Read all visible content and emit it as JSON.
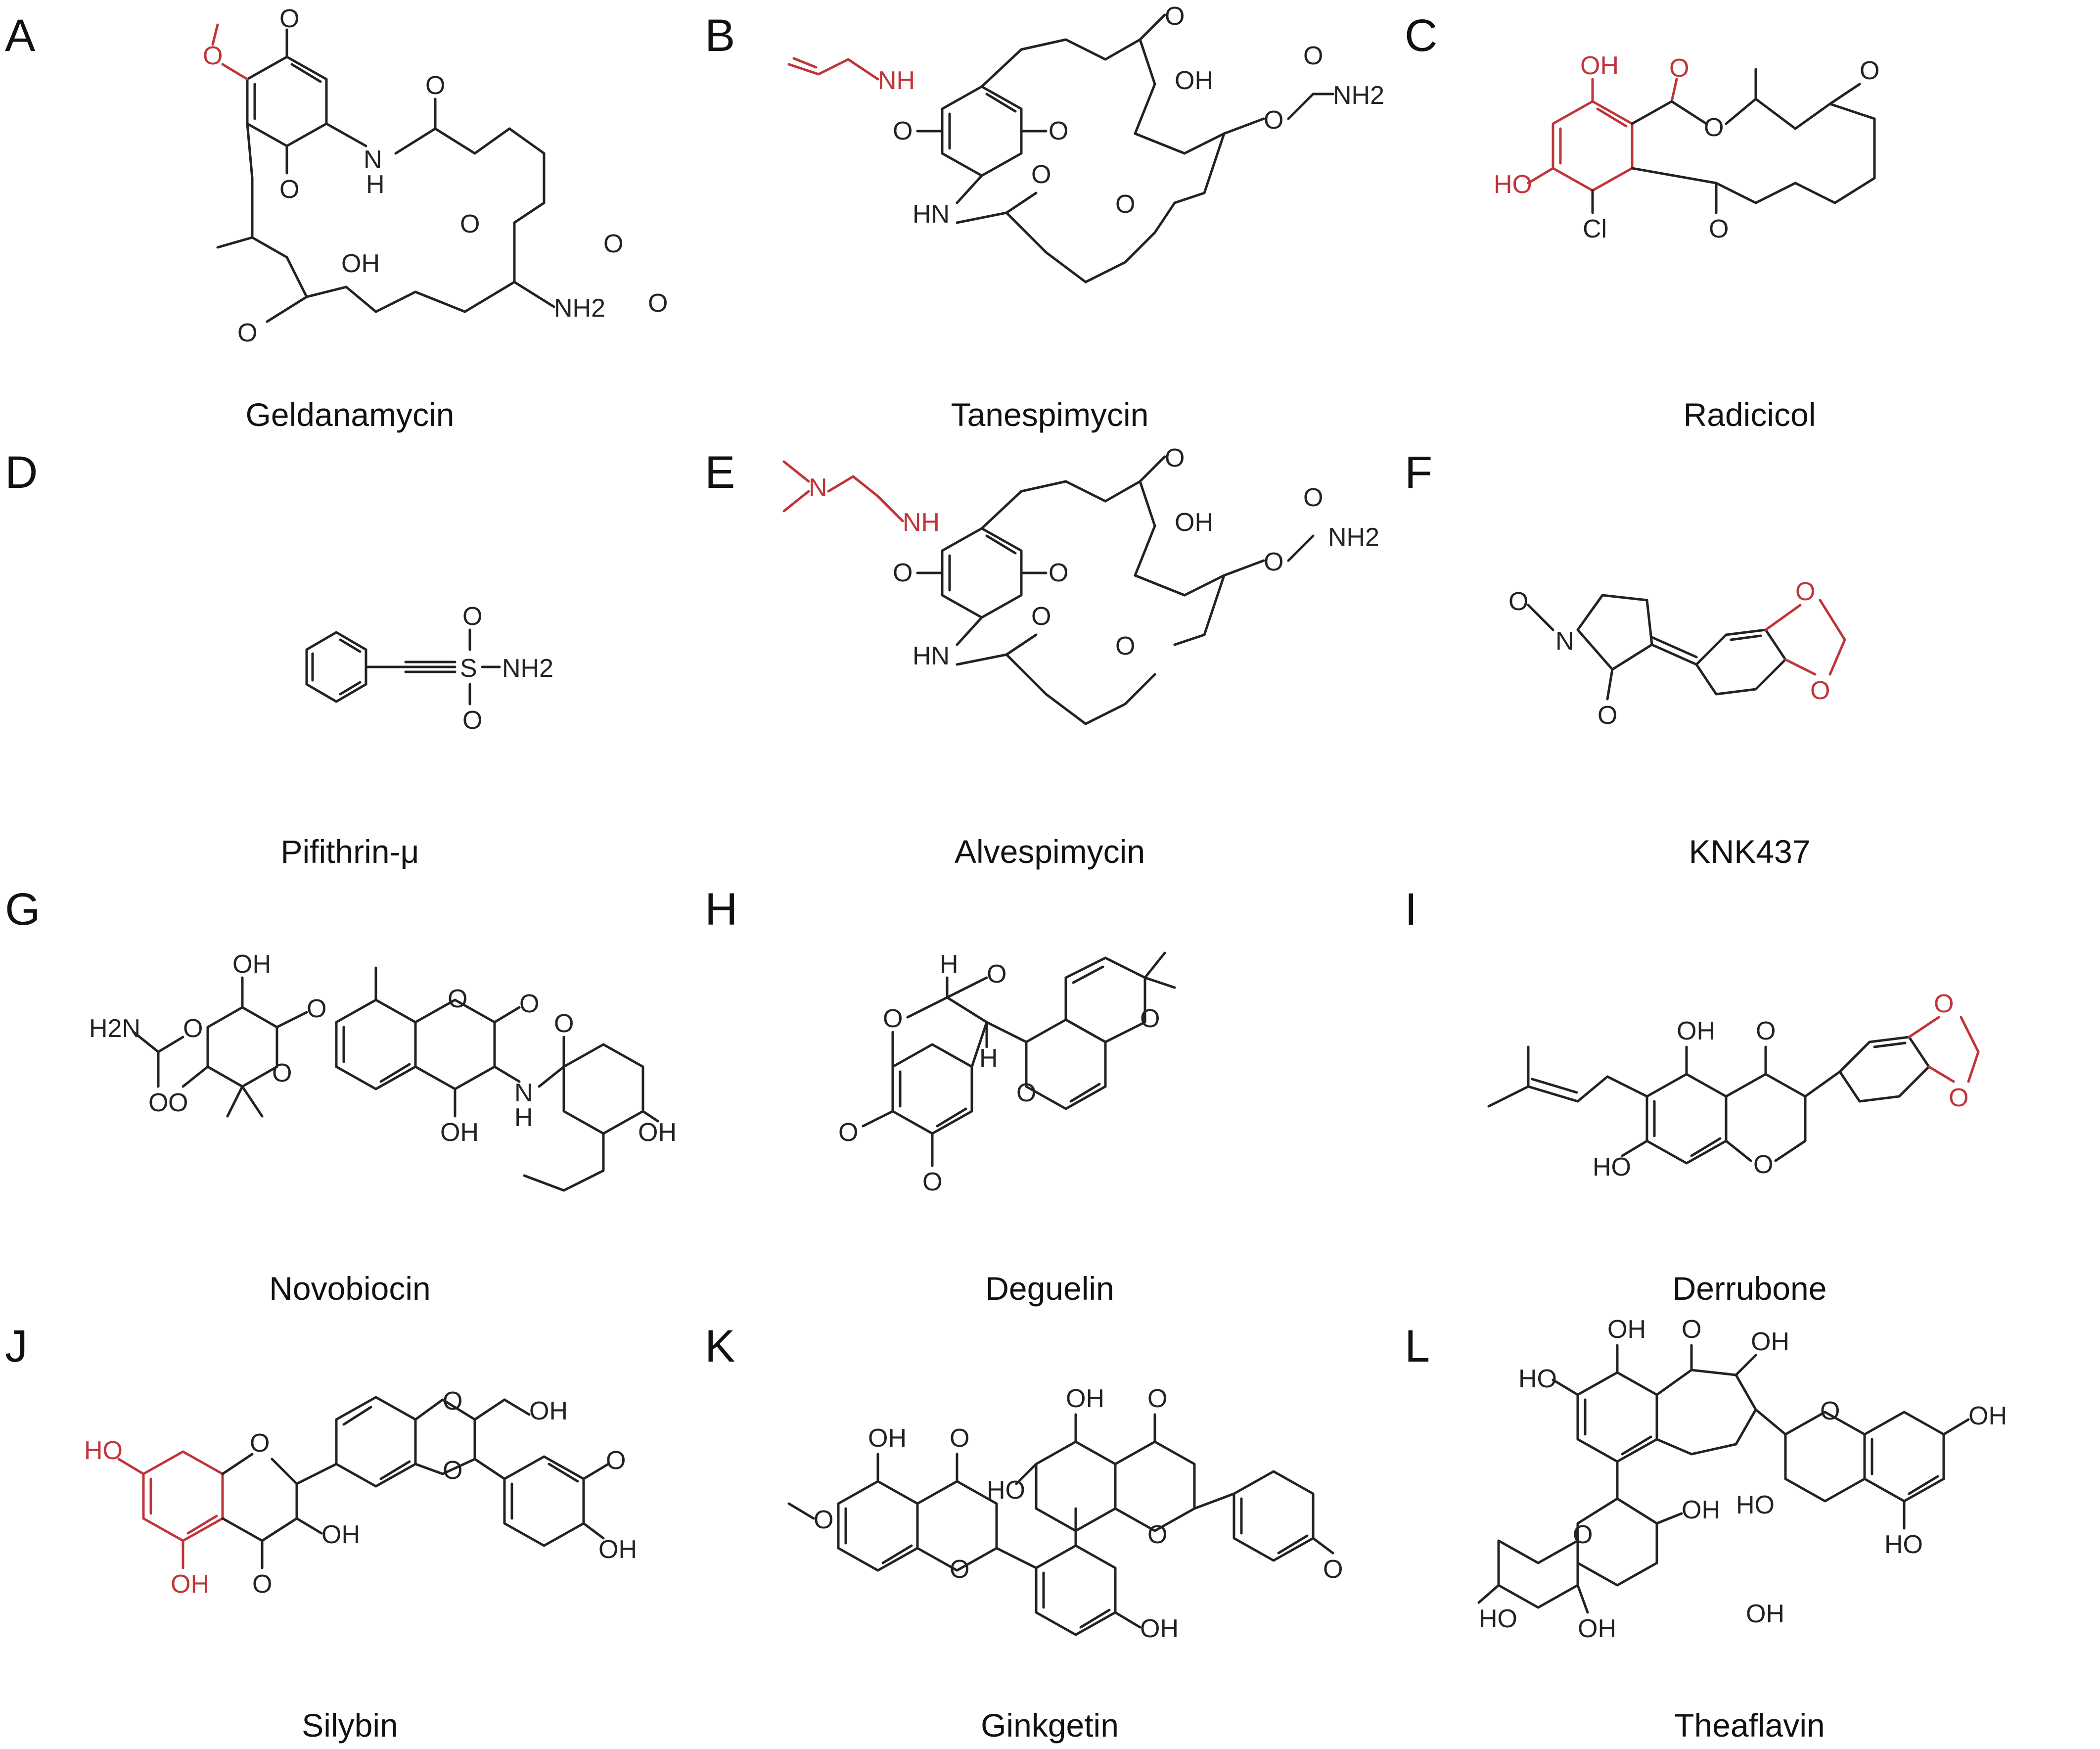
{
  "colors": {
    "bond": "#222222",
    "highlight": "#c0343a"
  },
  "panels": [
    {
      "letter": "A",
      "name": "Geldanamycin",
      "labels": [
        "O",
        "O",
        "O",
        "N",
        "H",
        "O",
        "O",
        "OH",
        "O",
        "NH2",
        "O",
        "O"
      ]
    },
    {
      "letter": "B",
      "name": "Tanespimycin",
      "labels": [
        "NH",
        "O",
        "O",
        "HN",
        "O",
        "OH",
        "O",
        "O",
        "NH2",
        "O",
        "O"
      ]
    },
    {
      "letter": "C",
      "name": "Radicicol",
      "labels": [
        "OH",
        "O",
        "HO",
        "Cl",
        "O",
        "O",
        "O"
      ]
    },
    {
      "letter": "D",
      "name": "Pifithrin-μ",
      "labels": [
        "S",
        "O",
        "O",
        "NH2"
      ]
    },
    {
      "letter": "E",
      "name": "Alvespimycin",
      "labels": [
        "N",
        "NH",
        "O",
        "O",
        "HN",
        "O",
        "OH",
        "O",
        "O",
        "NH2",
        "O",
        "O"
      ]
    },
    {
      "letter": "F",
      "name": "KNK437",
      "labels": [
        "O",
        "N",
        "O",
        "O",
        "O"
      ]
    },
    {
      "letter": "G",
      "name": "Novobiocin",
      "labels": [
        "H2N",
        "O",
        "O",
        "O",
        "OH",
        "O",
        "O",
        "O",
        "O",
        "OH",
        "N",
        "H",
        "O",
        "OH"
      ]
    },
    {
      "letter": "H",
      "name": "Deguelin",
      "labels": [
        "H",
        "H",
        "O",
        "O",
        "O",
        "O",
        "O",
        "O"
      ]
    },
    {
      "letter": "I",
      "name": "Derrubone",
      "labels": [
        "OH",
        "O",
        "O",
        "O",
        "HO",
        "O"
      ]
    },
    {
      "letter": "J",
      "name": "Silybin",
      "labels": [
        "HO",
        "OH",
        "O",
        "O",
        "OH",
        "O",
        "O",
        "OH",
        "O",
        "OH"
      ]
    },
    {
      "letter": "K",
      "name": "Ginkgetin",
      "labels": [
        "OH",
        "O",
        "O",
        "O",
        "OH",
        "O",
        "HO",
        "O",
        "O",
        "OH"
      ]
    },
    {
      "letter": "L",
      "name": "Theaflavin",
      "labels": [
        "OH",
        "O",
        "OH",
        "HO",
        "O",
        "OH",
        "HO",
        "O",
        "OH",
        "HO",
        "OH",
        "HO",
        "OH"
      ]
    }
  ]
}
